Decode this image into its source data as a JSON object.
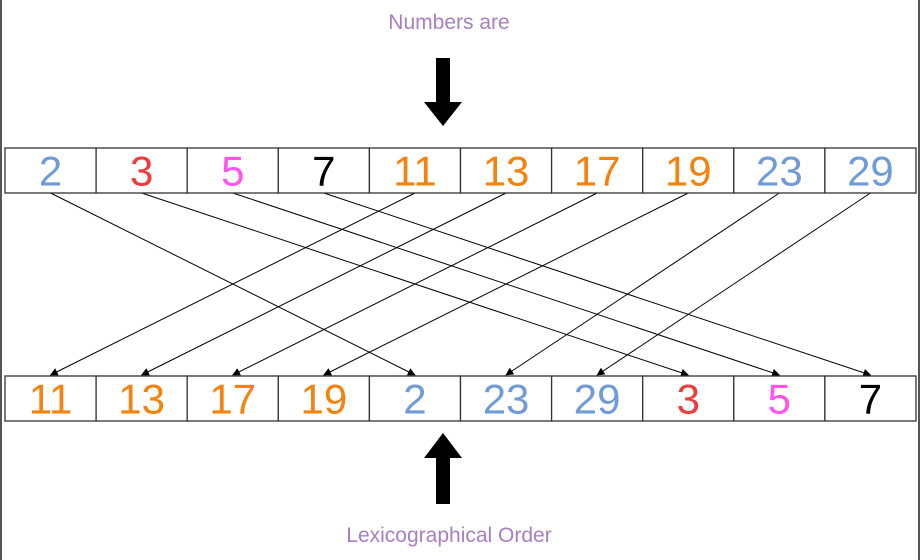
{
  "top_label": "Numbers are",
  "bottom_label": "Lexicographical Order",
  "colors": {
    "label": "#a97fc3",
    "2": "#6f9bd9",
    "3": "#ee3b3b",
    "5": "#ff55ee",
    "7": "#000000",
    "11": "#f5820d",
    "13": "#f5820d",
    "17": "#f5820d",
    "19": "#f5820d",
    "23": "#6f9bd9",
    "29": "#6f9bd9"
  },
  "numeric_order": [
    "2",
    "3",
    "5",
    "7",
    "11",
    "13",
    "17",
    "19",
    "23",
    "29"
  ],
  "lexicographical_order": [
    "11",
    "13",
    "17",
    "19",
    "2",
    "23",
    "29",
    "3",
    "5",
    "7"
  ],
  "icons": {
    "top_arrow": "arrow-down-icon",
    "bottom_arrow": "arrow-up-icon"
  }
}
